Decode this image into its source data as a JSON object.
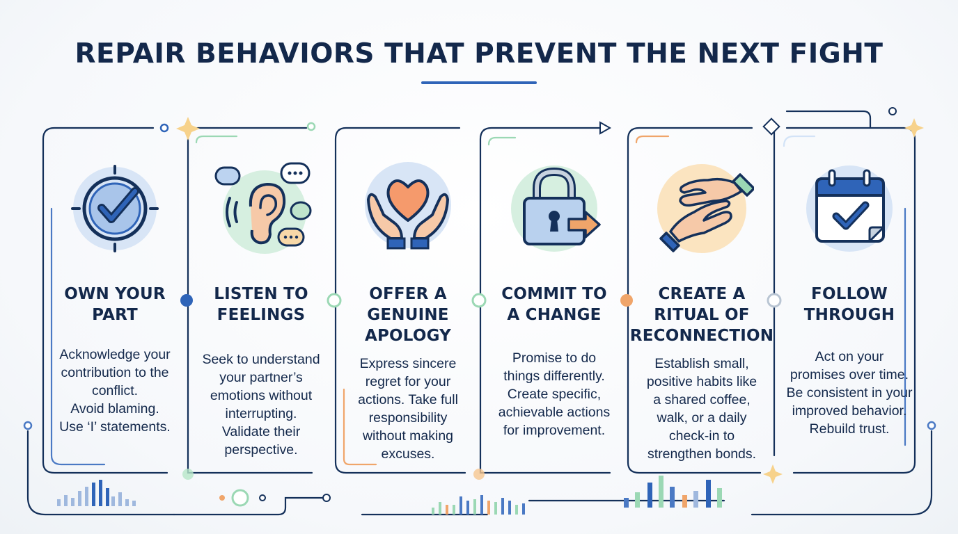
{
  "title": "REPAIR BEHAVIORS THAT PREVENT THE NEXT FIGHT",
  "colors": {
    "navy": "#13284b",
    "blue": "#2f64b8",
    "green": "#9bd8b4",
    "orange": "#f0a56a",
    "light_blue": "#d3e3f7",
    "gold": "#f5d27a"
  },
  "steps": [
    {
      "icon": "checkmark-target-icon",
      "title_lines": [
        "OWN YOUR",
        "PART"
      ],
      "desc_lines": [
        "Acknowledge your",
        "contribution to the",
        "conflict.",
        "Avoid blaming.",
        "Use ‘I’ statements."
      ]
    },
    {
      "icon": "ear-listening-icon",
      "title_lines": [
        "LISTEN TO",
        "FEELINGS"
      ],
      "desc_lines": [
        "Seek to understand",
        "your partner’s",
        "emotions without",
        "interrupting.",
        "Validate their",
        "perspective."
      ]
    },
    {
      "icon": "heart-in-hands-icon",
      "title_lines": [
        "OFFER A",
        "GENUINE",
        "APOLOGY"
      ],
      "desc_lines": [
        "Express sincere",
        "regret for your",
        "actions. Take full",
        "responsibility",
        "without making",
        "excuses."
      ]
    },
    {
      "icon": "padlock-arrow-icon",
      "title_lines": [
        "COMMIT TO",
        "A CHANGE"
      ],
      "desc_lines": [
        "Promise to do",
        "things differently.",
        "Create specific,",
        "achievable actions",
        "for improvement."
      ]
    },
    {
      "icon": "reaching-hands-icon",
      "title_lines": [
        "CREATE A",
        "RITUAL OF",
        "RECONNECTION"
      ],
      "desc_lines": [
        "Establish small,",
        "positive habits like",
        "a shared coffee,",
        "walk, or a daily",
        "check-in to",
        "strengthen bonds."
      ]
    },
    {
      "icon": "calendar-check-icon",
      "title_lines": [
        "FOLLOW",
        "THROUGH"
      ],
      "desc_lines": [
        "Act on your",
        "promises over time.",
        "Be consistent in your",
        "improved behavior.",
        "Rebuild trust."
      ]
    }
  ]
}
